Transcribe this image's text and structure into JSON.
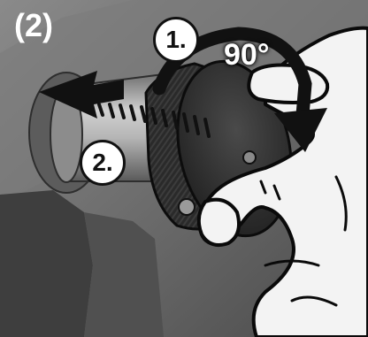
{
  "figure": {
    "label": "(2)"
  },
  "steps": [
    {
      "number": "1.",
      "action": "rotate"
    },
    {
      "number": "2.",
      "action": "pull"
    }
  ],
  "rotation": {
    "label": "90°"
  },
  "colors": {
    "background": "#6f6f6f",
    "knob": "#2b2b2b",
    "shaft": "#a9a9a9",
    "outline": "#111111",
    "label_text": "#ffffff"
  },
  "icons": {
    "rotate_arrow": "curved-arrow-icon",
    "pull_arrow": "left-arrow-icon"
  }
}
